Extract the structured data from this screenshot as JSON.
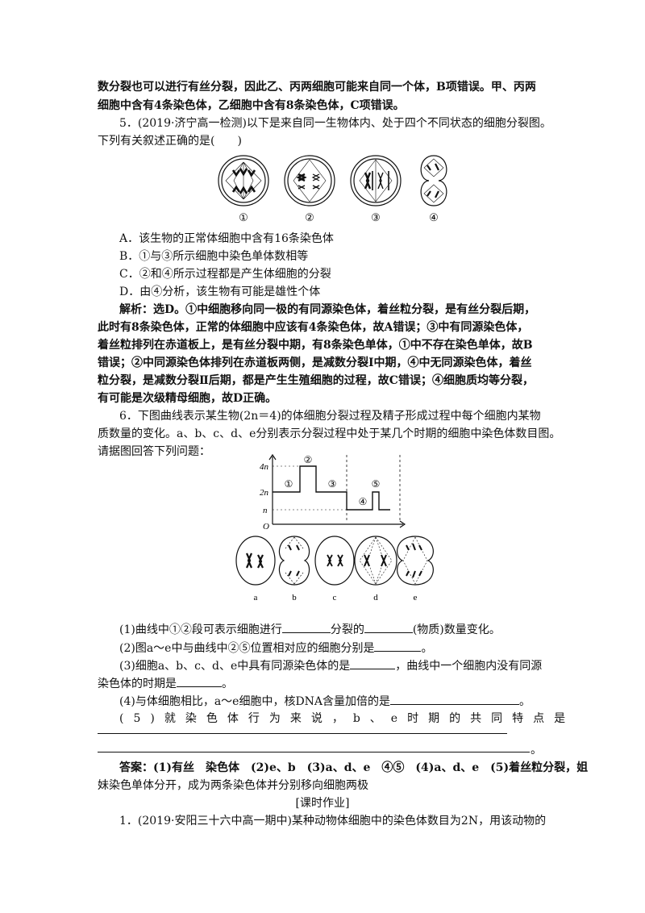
{
  "lines": {
    "l1": "数分裂也可以进行有丝分裂，因此乙、丙两细胞可能来自同一个体，B项错误。甲、丙两",
    "l2": "细胞中含有4条染色体，乙细胞中含有8条染色体，C项错误。",
    "l3": "5．(2019·济宁高一检测)以下是来自同一生物体内、处于四个不同状态的细胞分裂图。",
    "l4": "下列有关叙述正确的是(　　)",
    "optA": "A．该生物的正常体细胞中含有16条染色体",
    "optB": "B．①与③所示细胞中染色单体数相等",
    "optC": "C．②和④所示过程都是产生体细胞的分裂",
    "optD": "D．由④分析，该生物有可能是雄性个体",
    "e1": "解析：选D。①中细胞移向同一极的有同源染色体，着丝粒分裂，是有丝分裂后期，",
    "e2": "此时有8条染色体，正常的体细胞中应该有4条染色体，故A错误；③中有同源染色体，",
    "e3": "着丝粒排列在赤道板上，是有丝分裂中期，有8条染色单体，①中不存在染色单体，故B",
    "e4": "错误；②中同源染色体排列在赤道板两侧，是减数分裂Ⅰ中期，④中无同源染色体，着丝",
    "e5": "粒分裂，是减数分裂Ⅱ后期，都是产生生殖细胞的过程，故C错误；④细胞质均等分裂，",
    "e6": "有可能是次级精母细胞，故D正确。",
    "q6a": "6．下图曲线表示某生物(2n＝4)的体细胞分裂过程及精子形成过程中每个细胞内某物",
    "q6b": "质数量的变化。a、b、c、d、e分别表示分裂过程中处于某几个时期的细胞中染色体数目图。",
    "q6c": "请据图回答下列问题：",
    "s1a": "(1)曲线中①②段可表示细胞进行",
    "s1b": "分裂的",
    "s1c": "(物质)数量变化。",
    "s2a": "(2)图a～e中与曲线中②⑤位置相对应的细胞分别是",
    "s2b": "。",
    "s3a": "(3)细胞a、b、c、d、e中具有同源染色体的是",
    "s3b": "，曲线中一个细胞内没有同源",
    "s3c": "染色体的时期是",
    "s3d": "。",
    "s4a": "(4)与体细胞相比，a～e细胞中，核DNA含量加倍的是",
    "s4b": "。",
    "s5": "(5)就染色体行为来说，b、e时期的共同特点是",
    "s5end": "。",
    "ans1": "答案：(1)有丝　染色体　(2)e、b　(3)a、d、e　④⑤　(4)a、d、e　(5)着丝粒分裂，姐",
    "ans2": "妹染色单体分开，成为两条染色体并分别移向细胞两极",
    "hw": "[课时作业]",
    "last": "1．(2019·安阳三十六中高一期中)某种动物体细胞中的染色体数目为2N，用该动物的"
  },
  "fig1": {
    "labels": [
      "①",
      "②",
      "③",
      "④"
    ]
  },
  "fig2": {
    "y_ticks": [
      "4n",
      "2n",
      "n"
    ],
    "origin": "O",
    "segments": [
      "①",
      "②",
      "③",
      "④",
      "⑤"
    ],
    "cells": [
      "a",
      "b",
      "c",
      "d",
      "e"
    ]
  }
}
